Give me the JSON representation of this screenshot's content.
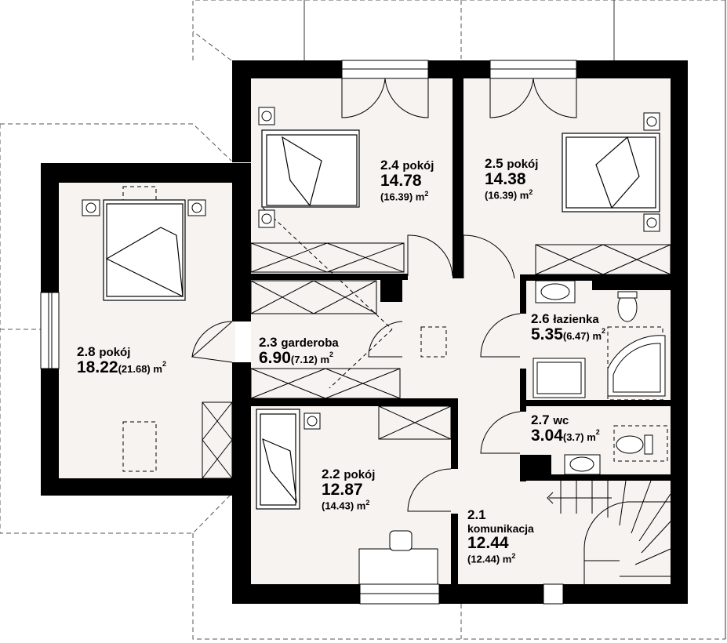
{
  "rooms": [
    {
      "id": "r24",
      "number": "2.4",
      "name": "pokój",
      "area": "14.78",
      "gross": "(16.39) m",
      "unit_sup": "2"
    },
    {
      "id": "r25",
      "number": "2.5",
      "name": "pokój",
      "area": "14.38",
      "gross": "(16.39) m",
      "unit_sup": "2"
    },
    {
      "id": "r28",
      "number": "2.8",
      "name": "pokój",
      "area": "18.22",
      "gross": "(21.68) m",
      "unit_sup": "2"
    },
    {
      "id": "r23",
      "number": "2.3",
      "name": "garderoba",
      "area": "6.90",
      "gross": "(7.12) m",
      "unit_sup": "2"
    },
    {
      "id": "r26",
      "number": "2.6",
      "name": "łazienka",
      "area": "5.35",
      "gross": "(6.47) m",
      "unit_sup": "2"
    },
    {
      "id": "r27",
      "number": "2.7",
      "name": "wc",
      "area": "3.04",
      "gross": "(3.7) m",
      "unit_sup": "2"
    },
    {
      "id": "r22",
      "number": "2.2",
      "name": "pokój",
      "area": "12.87",
      "gross": "(14.43) m",
      "unit_sup": "2"
    },
    {
      "id": "r21",
      "number": "2.1",
      "name": "komunikacja",
      "area": "12.44",
      "gross": "(12.44) m",
      "unit_sup": "2"
    }
  ],
  "colors": {
    "wall": "#000000",
    "floor": "#f7f3f1",
    "outline": "#000000",
    "roof_line": "#555555"
  }
}
